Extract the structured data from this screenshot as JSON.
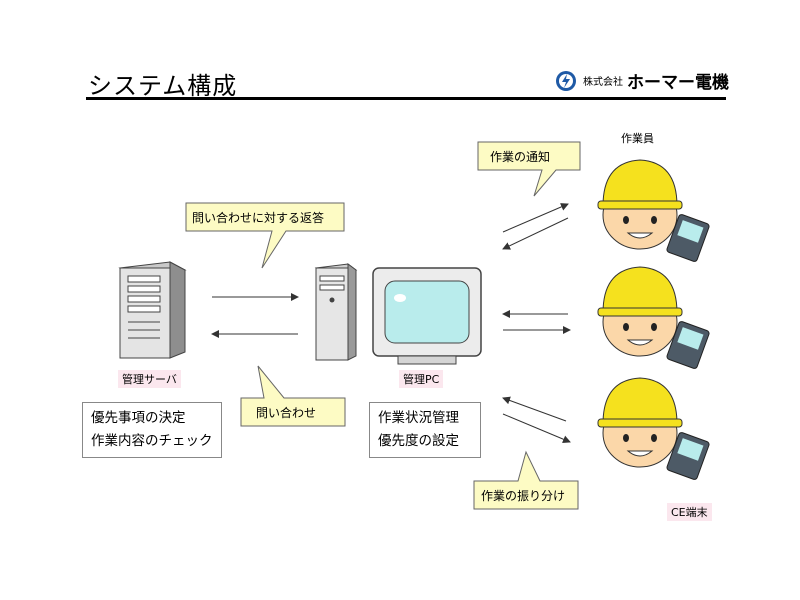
{
  "header": {
    "title": "システム構成",
    "company_small": "株式会社",
    "company_name": "ホーマー電機"
  },
  "nodes": {
    "server_label": "管理サーバ",
    "pc_label": "管理PC",
    "workers_label": "作業員",
    "terminal_label": "CE端末"
  },
  "boxes": {
    "server_line1": "優先事項の決定",
    "server_line2": "作業内容のチェック",
    "pc_line1": "作業状況管理",
    "pc_line2": "優先度の設定"
  },
  "bubbles": {
    "reply": "問い合わせに対する返答",
    "inquiry": "問い合わせ",
    "notify": "作業の通知",
    "assign": "作業の振り分け"
  },
  "colors": {
    "bubble_fill": "#fdfbc4",
    "label_fill": "#fbe7ee",
    "helmet": "#f5e11e",
    "face": "#fbd7a9",
    "screen": "#b9ecec",
    "logo_blue": "#1f5aa6"
  }
}
